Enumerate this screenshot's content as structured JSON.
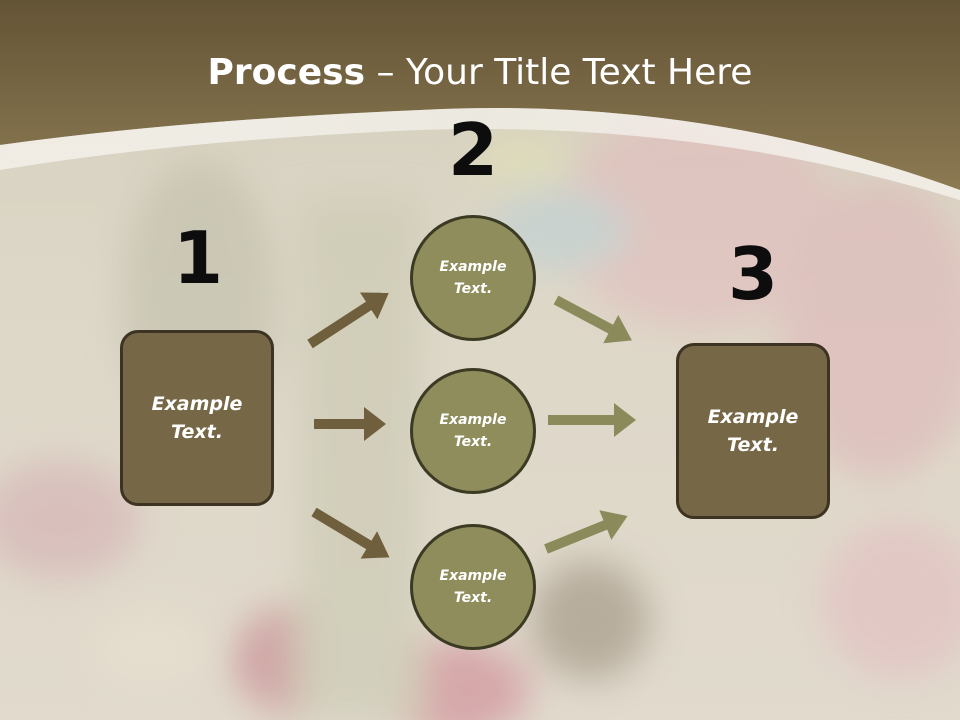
{
  "slide": {
    "title_bold": "Process",
    "title_rest": " – Your Title Text Here"
  },
  "steps": {
    "one": "1",
    "two": "2",
    "three": "3"
  },
  "left_box": {
    "text": "Example Text."
  },
  "circles": [
    {
      "text": "Example Text."
    },
    {
      "text": "Example Text."
    },
    {
      "text": "Example Text."
    }
  ],
  "right_box": {
    "text": "Example Text."
  },
  "colors": {
    "header_brown": "#7a6a45",
    "box_fill": "#766847",
    "circle_fill": "#8f8d5c",
    "arrow_left": "#6f5f3d",
    "arrow_right": "#8a8a5a"
  }
}
